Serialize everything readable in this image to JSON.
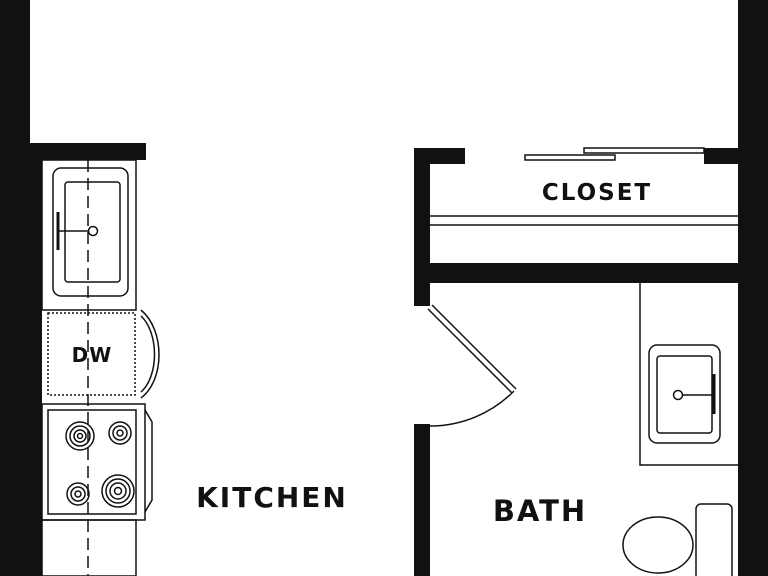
{
  "rooms": {
    "kitchen": "KITCHEN",
    "bath": "BATH",
    "closet": "CLOSET"
  },
  "appliances": {
    "dishwasher": "DW"
  },
  "colors": {
    "wall": "#111111",
    "fixture_line": "#111111",
    "background": "#ffffff"
  }
}
